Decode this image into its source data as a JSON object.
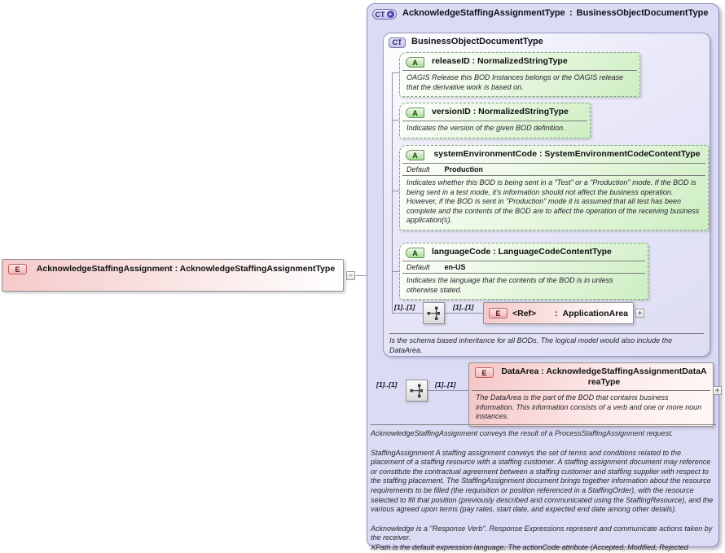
{
  "glyphs": {
    "collapse": "−",
    "expand": "+",
    "plus_overlay": "+"
  },
  "badges": {
    "complex_type": "CT",
    "attribute": "A",
    "element": "E"
  },
  "root_element": {
    "title": "AcknowledgeStaffingAssignment : AcknowledgeStaffingAssignmentType"
  },
  "complex_type": {
    "name": "AcknowledgeStaffingAssignmentType",
    "sep": ":",
    "base": "BusinessObjectDocumentType",
    "annotation_paragraphs": [
      "AcknowledgeStaffingAssignment conveys the result of a ProcessStaffingAssignment request.",
      "StaffingAssignment  A staffing assignment conveys the set of terms and conditions related to the placement of a staffing resource with a staffing customer. A staffing assignment document may reference or constitute the contractual agreement between a staffing customer and staffing supplier with respect to the staffing placement. The StaffingAssignment document brings together information about the resource requirements to be filled (the requisition or position referenced in a StaffingOrder), with the resource selected to fill that position (previously described and communicated using the StaffingResource), and the various agreed upon terms (pay rates, start date, and expected end date among other details).",
      "Acknowledge is a \"Response Verb\". Response Expressions represent and communicate actions taken by the receiver.",
      "XPath is the default expression language. The actionCode attribute (Accepted, Modified, Rejected"
    ]
  },
  "base_type": {
    "title": "BusinessObjectDocumentType",
    "attributes": [
      {
        "title": "releaseID : NormalizedStringType",
        "annotation": "OAGIS Release this BOD Instances belongs or the OAGIS release that the derivative work is based on."
      },
      {
        "title": "versionID : NormalizedStringType",
        "annotation": "Indicates the version of the given BOD definition."
      },
      {
        "title": "systemEnvironmentCode : SystemEnvironmentCodeContentType",
        "default_label": "Default",
        "default_value": "Production",
        "annotation": "Indicates whether this BOD is being sent in a \"Test\" or a \"Production\" mode. If the BOD is being sent in a test mode, it's information should not affect the business operation. However, if the BOD is sent in \"Production\" mode it is assumed that all test has been complete and the contents of the BOD are to affect the operation of the receiving business application(s)."
      },
      {
        "title": "languageCode : LanguageCodeContentType",
        "default_label": "Default",
        "default_value": "en-US",
        "annotation": "Indicates the language that the contents of the BOD is in unless otherwise stated."
      }
    ],
    "sequence": {
      "card_left": "[1]..[1]",
      "card_right": "[1]..[1]"
    },
    "ref_element": {
      "name": "<Ref>",
      "sep": ":",
      "type": "ApplicationArea"
    },
    "annotation": "Is the schema based inheritance for all BODs. The logical model would also include the DataArea."
  },
  "data_area": {
    "card_left": "[1]..[1]",
    "card_right": "[1]..[1]",
    "title": "DataArea : AcknowledgeStaffingAssignmentDataAreaType",
    "annotation": "The DataArea is the part of the BOD that contains business information. This information consists of a verb and one or more noun instances."
  }
}
